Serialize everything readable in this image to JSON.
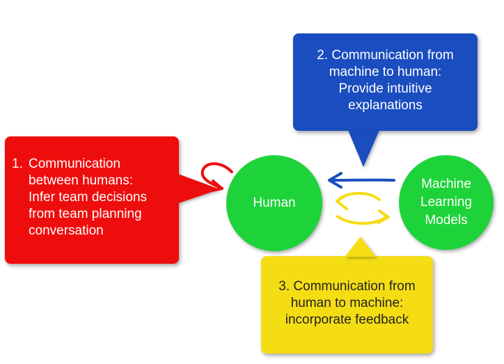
{
  "colors": {
    "red": "#ee0d0d",
    "blue": "#1a4dbf",
    "yellow": "#f5dd14",
    "green": "#1ed339"
  },
  "callouts": {
    "between_humans": {
      "number": "1.",
      "lines": [
        "Communication",
        "between humans:",
        "Infer team decisions",
        "from team planning",
        "conversation"
      ]
    },
    "machine_to_human": {
      "lines": [
        "2. Communication from",
        "machine to human:",
        "Provide intuitive",
        "explanations"
      ]
    },
    "human_to_machine": {
      "lines": [
        "3. Communication from",
        "human to machine:",
        "incorporate feedback"
      ]
    }
  },
  "nodes": {
    "human": {
      "label": "Human"
    },
    "ml_models": {
      "lines": [
        "Machine",
        "Learning",
        "Models"
      ]
    }
  },
  "arrows": {
    "self_loop": "red",
    "machine_to_human": "blue",
    "feedback_loop": "yellow"
  }
}
